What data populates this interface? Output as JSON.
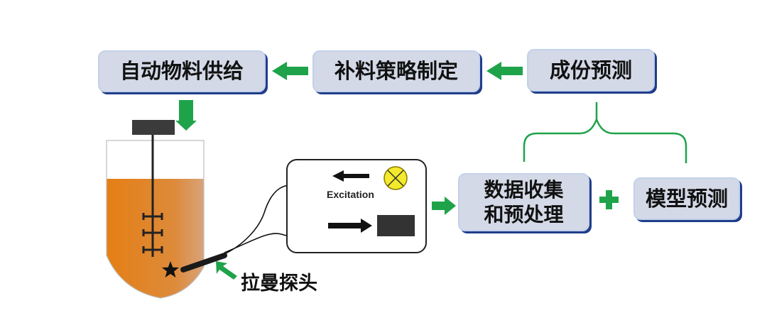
{
  "colors": {
    "arrow_green": "#1fa34a",
    "liquid": "#e07d1c",
    "box_fill": "#d4d9e7",
    "box_shadow": "#1f3d8a",
    "lamp_yellow": "#f2ea2a"
  },
  "boxes": {
    "auto_feed": "自动物料供给",
    "strategy": "补料策略制定",
    "component_prediction": "成份预测",
    "data_collection": "数据收集\n和预处理",
    "model_prediction": "模型预测"
  },
  "instrument": {
    "excitation_label": "Excitation"
  },
  "probe_label": "拉曼探头",
  "operator_plus": "+"
}
